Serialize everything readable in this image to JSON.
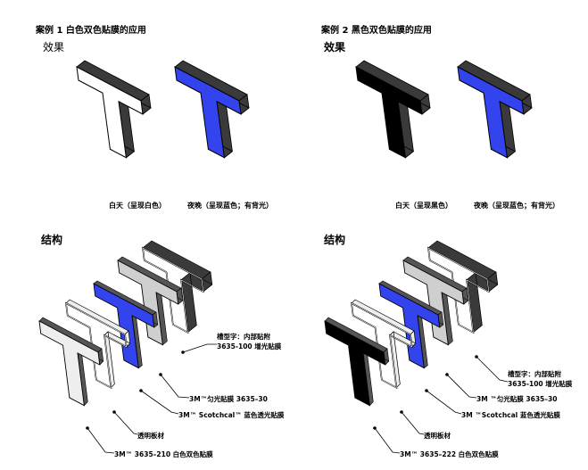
{
  "case1": {
    "title": "案例 1   白色双色贴膜的应用",
    "effect_label": "效果",
    "caption_day": "白天（呈现白色）",
    "caption_night": "夜晚（呈现蓝色；有背光）",
    "structure_label": "结构",
    "labels": {
      "channel_1": "槽型字：内部贴附",
      "channel_2": "3635-100 增光贴膜",
      "diffuser": "3M™匀光贴膜  3635–30",
      "scotchcal": "3M™ Scotchcal™ 蓝色透光贴膜",
      "acrylic": "透明板材",
      "dual_color": "3M™  3635–210  白色双色贴膜"
    }
  },
  "case2": {
    "title": "案例 2  黑色双色贴膜的应用",
    "effect_label": "效果",
    "caption_day": "白天（呈现黑色）",
    "caption_night": "夜晚（呈现蓝色；有背光）",
    "structure_label": "结构",
    "labels": {
      "channel_1": "槽型字：内部贴附",
      "channel_2": "3635-100 增光贴膜",
      "diffuser": "3M ™匀光贴膜  3635–30",
      "scotchcal": "3M ™Scotchcal   蓝色透光贴膜",
      "acrylic": "透明板材",
      "dual_color": "3M™  3635–222  白色双色贴膜"
    }
  },
  "colors": {
    "blue": "#3344ee",
    "black": "#000000",
    "white": "#ffffff",
    "gray_layer": "#cfcfcf",
    "light_layer": "#eeeeee",
    "side_dark": "#3a3a3a"
  }
}
